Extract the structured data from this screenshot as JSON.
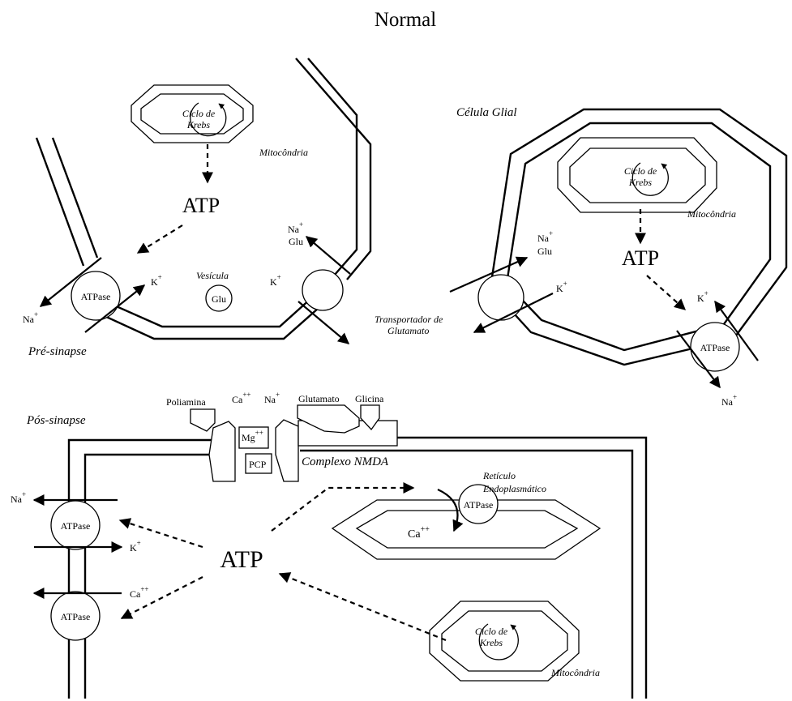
{
  "title": "Normal",
  "labels": {
    "atp": "ATP",
    "atpase": "ATPase",
    "ciclo_line1": "Ciclo de",
    "ciclo_line2": "Krebs",
    "mitocondria": "Mitocôndria",
    "celula_glial": "Célula Glial",
    "pre_sinapse": "Pré-sinapse",
    "pos_sinapse": "Pós-sinapse",
    "vesicula": "Vesícula",
    "glu": "Glu",
    "transportador_line1": "Transportador de",
    "transportador_line2": "Glutamato",
    "complexo_nmda": "Complexo NMDA",
    "reticulo_line1": "Retículo",
    "reticulo_line2": "Endoplasmático",
    "poliamina": "Poliamina",
    "glutamato": "Glutamato",
    "glicina": "Glicina",
    "mg": "Mg",
    "pcp": "PCP",
    "ion_na": "Na",
    "ion_k": "K",
    "ion_ca": "Ca",
    "plus": "+",
    "plusplus": "++"
  }
}
